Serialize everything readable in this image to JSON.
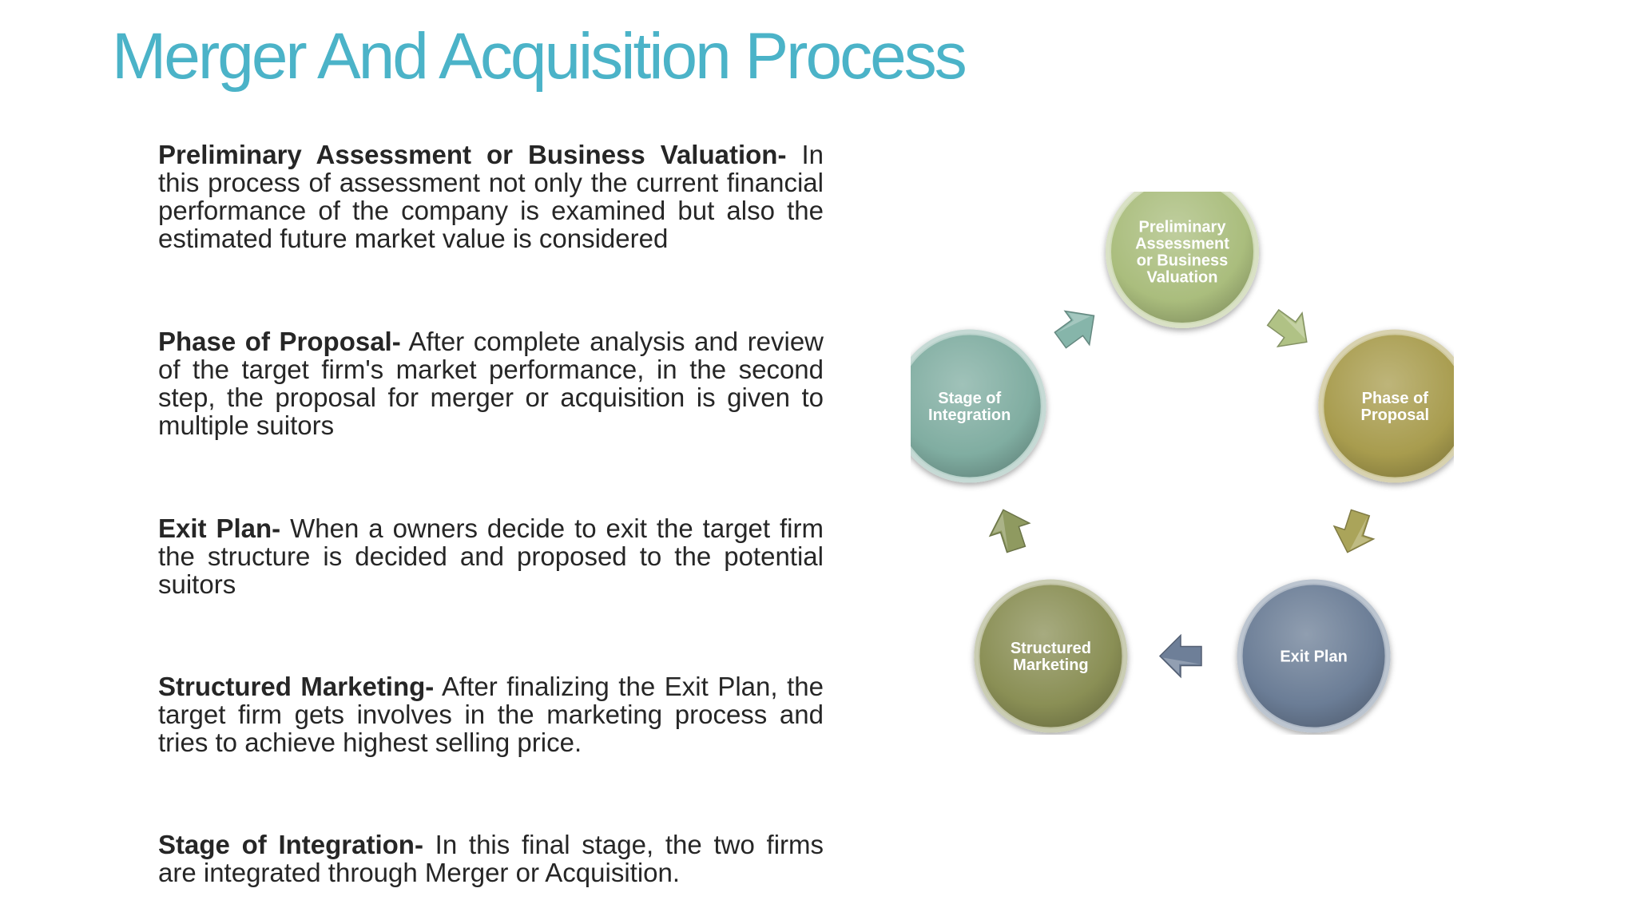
{
  "slide": {
    "title": "Merger And Acquisition Process"
  },
  "steps": [
    {
      "title": "Preliminary Assessment or Business Valuation-",
      "text": "In this process of assessment not only the current financial performance of the company is examined but also the estimated future market value is considered"
    },
    {
      "title": "Phase of Proposal-",
      "text": "After complete analysis and review of the target firm's market performance, in the second step, the proposal for merger or acquisition is given to multiple suitors"
    },
    {
      "title": "Exit Plan-",
      "text": "When a owners decide to exit the target firm the structure is decided and proposed to the potential suitors"
    },
    {
      "title": "Structured Marketing-",
      "text": "After finalizing the Exit Plan, the target firm gets involves in the marketing process and tries to achieve highest selling price."
    },
    {
      "title": "Stage of Integration-",
      "text": "In this final stage, the two firms are integrated through Merger or Acquisition."
    }
  ],
  "cycle": {
    "nodes": [
      {
        "label_lines": [
          "Preliminary",
          "Assessment",
          "or Business",
          "Valuation"
        ],
        "color": "#aabd7d"
      },
      {
        "label_lines": [
          "Phase of",
          "Proposal"
        ],
        "color": "#a89c4e"
      },
      {
        "label_lines": [
          "Exit Plan"
        ],
        "color": "#6b7d96"
      },
      {
        "label_lines": [
          "Structured",
          "Marketing"
        ],
        "color": "#8a8f55"
      },
      {
        "label_lines": [
          "Stage of",
          "Integration"
        ],
        "color": "#80ada1"
      }
    ],
    "arrows": [
      {
        "color": "#b0c285"
      },
      {
        "color": "#aaa45a"
      },
      {
        "color": "#6e7f98"
      },
      {
        "color": "#8f9a60"
      },
      {
        "color": "#86b5aa"
      }
    ]
  }
}
